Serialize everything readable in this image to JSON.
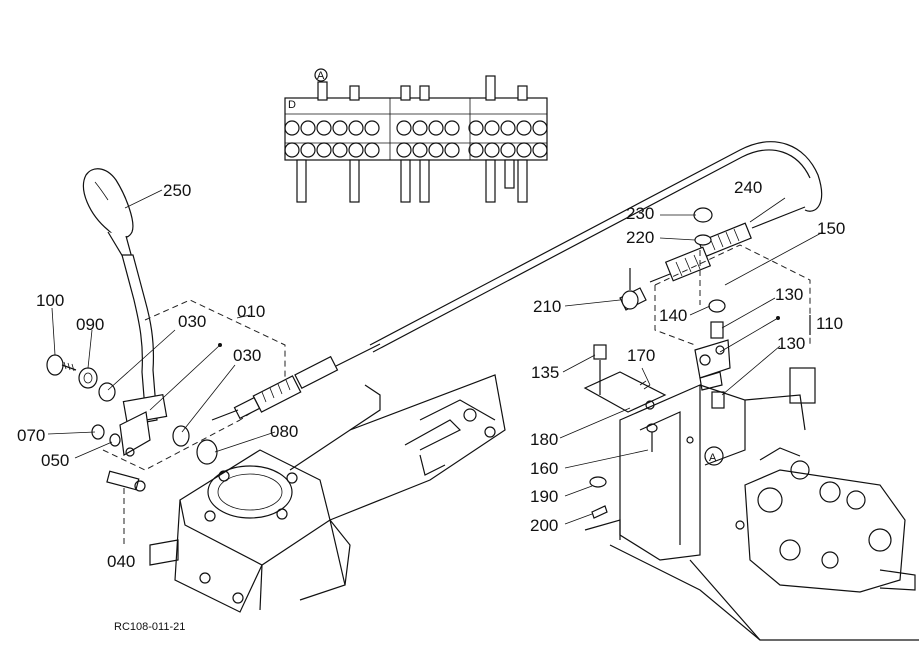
{
  "diagram": {
    "reference_code": "RC108-011-21",
    "callout_marker": "A",
    "part_labels": [
      {
        "id": "250",
        "text": "250"
      },
      {
        "id": "100",
        "text": "100"
      },
      {
        "id": "090",
        "text": "090"
      },
      {
        "id": "030a",
        "text": "030"
      },
      {
        "id": "010",
        "text": "010"
      },
      {
        "id": "030b",
        "text": "030"
      },
      {
        "id": "070",
        "text": "070"
      },
      {
        "id": "050",
        "text": "050"
      },
      {
        "id": "080",
        "text": "080"
      },
      {
        "id": "040",
        "text": "040"
      },
      {
        "id": "240",
        "text": "240"
      },
      {
        "id": "230",
        "text": "230"
      },
      {
        "id": "220",
        "text": "220"
      },
      {
        "id": "150",
        "text": "150"
      },
      {
        "id": "210",
        "text": "210"
      },
      {
        "id": "140",
        "text": "140"
      },
      {
        "id": "130a",
        "text": "130"
      },
      {
        "id": "110",
        "text": "110"
      },
      {
        "id": "135",
        "text": "135"
      },
      {
        "id": "170",
        "text": "170"
      },
      {
        "id": "130b",
        "text": "130"
      },
      {
        "id": "180",
        "text": "180"
      },
      {
        "id": "160",
        "text": "160"
      },
      {
        "id": "190",
        "text": "190"
      },
      {
        "id": "200",
        "text": "200"
      }
    ]
  }
}
